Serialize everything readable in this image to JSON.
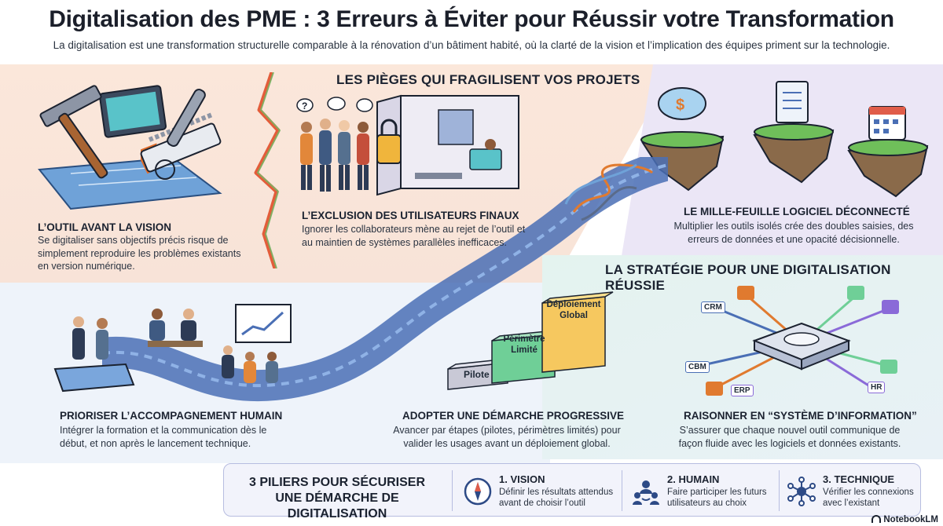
{
  "header": {
    "title": "Digitalisation des PME : 3 Erreurs à Éviter pour Réussir votre Transformation",
    "subtitle": "La digitalisation est une transformation structurelle comparable à la rénovation d’un bâtiment habité, où la clarté de la vision et l’implication des équipes priment sur la technologie."
  },
  "traps": {
    "heading": "LES PIÈGES QUI FRAGILISENT VOS PROJETS",
    "items": [
      {
        "title": "L’OUTIL AVANT LA VISION",
        "text": "Se digitaliser sans objectifs précis risque de simplement reproduire les problèmes existants en version numérique."
      },
      {
        "title": "L’EXCLUSION DES UTILISATEURS FINAUX",
        "text": "Ignorer les collaborateurs mène au rejet de l’outil et au maintien de systèmes parallèles inefficaces."
      },
      {
        "title": "LE MILLE-FEUILLE LOGICIEL DÉCONNECTÉ",
        "text": "Multiplier les outils isolés crée des doubles saisies, des erreurs de données et une opacité décisionnelle."
      }
    ]
  },
  "strategy": {
    "heading": "LA STRATÉGIE POUR UNE DIGITALISATION RÉUSSIE",
    "items": [
      {
        "title": "PRIORISER L’ACCOMPAGNEMENT HUMAIN",
        "text": "Intégrer la formation et la communication dès le début, et non après le lancement technique."
      },
      {
        "title": "ADOPTER UNE DÉMARCHE PROGRESSIVE",
        "text": "Avancer par étapes (pilotes, périmètres limités) pour valider les usages avant un déploiement global."
      },
      {
        "title": "RAISONNER EN “SYSTÈME D’INFORMATION”",
        "text": "S’assurer que chaque nouvel outil communique de façon fluide avec les logiciels et données existants."
      }
    ],
    "steps": {
      "step1": "Pilote",
      "step2_line1": "Périmètre",
      "step2_line2": "Limité",
      "step3_line1": "Déploiement",
      "step3_line2": "Global"
    },
    "hub_labels": {
      "crm": "CRM",
      "cbm": "CBM",
      "erp": "ERP",
      "hr": "HR"
    }
  },
  "pillars": {
    "title": "3 PILIERS POUR SÉCURISER UNE DÉMARCHE DE DIGITALISATION",
    "items": [
      {
        "name": "1. VISION",
        "desc": "Définir les résultats attendus avant de choisir l’outil",
        "icon": "compass-icon"
      },
      {
        "name": "2. HUMAIN",
        "desc": "Faire participer les futurs utilisateurs au choix",
        "icon": "team-icon"
      },
      {
        "name": "3. TECHNIQUE",
        "desc": "Vérifier les connexions avec l’existant",
        "icon": "network-icon"
      }
    ]
  },
  "brand": "NotebookLM",
  "colors": {
    "peach_bg": "#fbe7da",
    "lavender_bg": "#ebe6f6",
    "mint_bg": "#e4f3ef",
    "road_blue": "#4a6fb5",
    "accent_orange": "#e07a2f",
    "step_grey": "#c9c9d6",
    "step_green": "#6fcf97",
    "step_yellow": "#f6c85f"
  }
}
